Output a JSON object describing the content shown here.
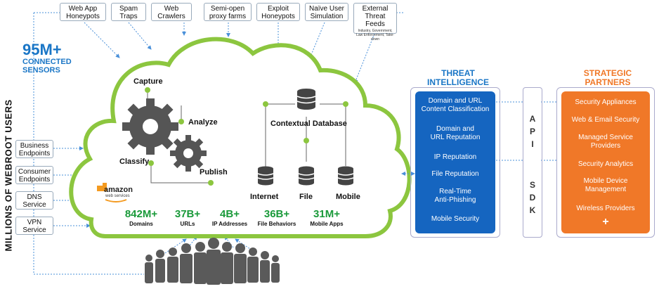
{
  "sources": [
    {
      "id": "web_app_honeypots",
      "label_line1": "Web App",
      "label_line2": "Honeypots"
    },
    {
      "id": "spam_traps",
      "label_line1": "Spam",
      "label_line2": "Traps"
    },
    {
      "id": "web_crawlers",
      "label_line1": "Web",
      "label_line2": "Crawlers"
    },
    {
      "id": "semi_open_proxy",
      "label_line1": "Semi-open",
      "label_line2": "proxy farms"
    },
    {
      "id": "exploit_honeypots",
      "label_line1": "Exploit",
      "label_line2": "Honeypots"
    },
    {
      "id": "naive_user",
      "label_line1": "Naïve User",
      "label_line2": "Simulation"
    },
    {
      "id": "external_feeds",
      "label_line1": "External",
      "label_line2": "Threat Feeds",
      "detail": "Industry, Government, Law Enforcement, Take-down"
    }
  ],
  "sensors": {
    "count": "95M+",
    "label": "CONNECTED SENSORS"
  },
  "users_title": "MILLIONS OF WEBROOT USERS",
  "endpoints": [
    {
      "line1": "Business",
      "line2": "Endpoints"
    },
    {
      "line1": "Consumer",
      "line2": "Endpoints"
    },
    {
      "line1": "DNS",
      "line2": "Service"
    },
    {
      "line1": "VPN",
      "line2": "Service"
    }
  ],
  "process": {
    "capture": "Capture",
    "analyze": "Analyze",
    "classify": "Classify",
    "publish": "Publish"
  },
  "database": {
    "title": "Contextual Database",
    "internet": "Internet",
    "file": "File",
    "mobile": "Mobile"
  },
  "amazon": {
    "name": "amazon",
    "sub": "web services"
  },
  "stats": [
    {
      "value": "842M+",
      "label": "Domains"
    },
    {
      "value": "37B+",
      "label": "URLs"
    },
    {
      "value": "4B+",
      "label": "IP Addresses"
    },
    {
      "value": "36B+",
      "label": "File Behaviors"
    },
    {
      "value": "31M+",
      "label": "Mobile Apps"
    }
  ],
  "threat_intel": {
    "title_line1": "THREAT",
    "title_line2": "INTELLIGENCE",
    "color": "#1565c0",
    "items": [
      {
        "l1": "Domain and URL",
        "l2": "Content Classification"
      },
      {
        "l1": "Domain and",
        "l2": "URL Reputation"
      },
      {
        "l1": "IP Reputation",
        "l2": ""
      },
      {
        "l1": "File Reputation",
        "l2": ""
      },
      {
        "l1": "Real-Time",
        "l2": "Anti-Phishing"
      },
      {
        "l1": "Mobile Security",
        "l2": ""
      }
    ]
  },
  "api_sdk": {
    "api": [
      "A",
      "P",
      "I"
    ],
    "sdk": [
      "S",
      "D",
      "K"
    ]
  },
  "partners": {
    "title_line1": "STRATEGIC",
    "title_line2": "PARTNERS",
    "color": "#f07828",
    "items": [
      {
        "l1": "Security Appliances",
        "l2": ""
      },
      {
        "l1": "Web & Email Security",
        "l2": ""
      },
      {
        "l1": "Managed Service",
        "l2": "Providers"
      },
      {
        "l1": "Security Analytics",
        "l2": ""
      },
      {
        "l1": "Mobile Device",
        "l2": "Management"
      },
      {
        "l1": "Wireless Providers",
        "l2": ""
      }
    ],
    "plus": "+"
  },
  "colors": {
    "accent_blue": "#1a76c6",
    "cloud_green": "#8cc63f",
    "stat_green": "#1a9a3a",
    "arrow": "#4a90d9"
  }
}
